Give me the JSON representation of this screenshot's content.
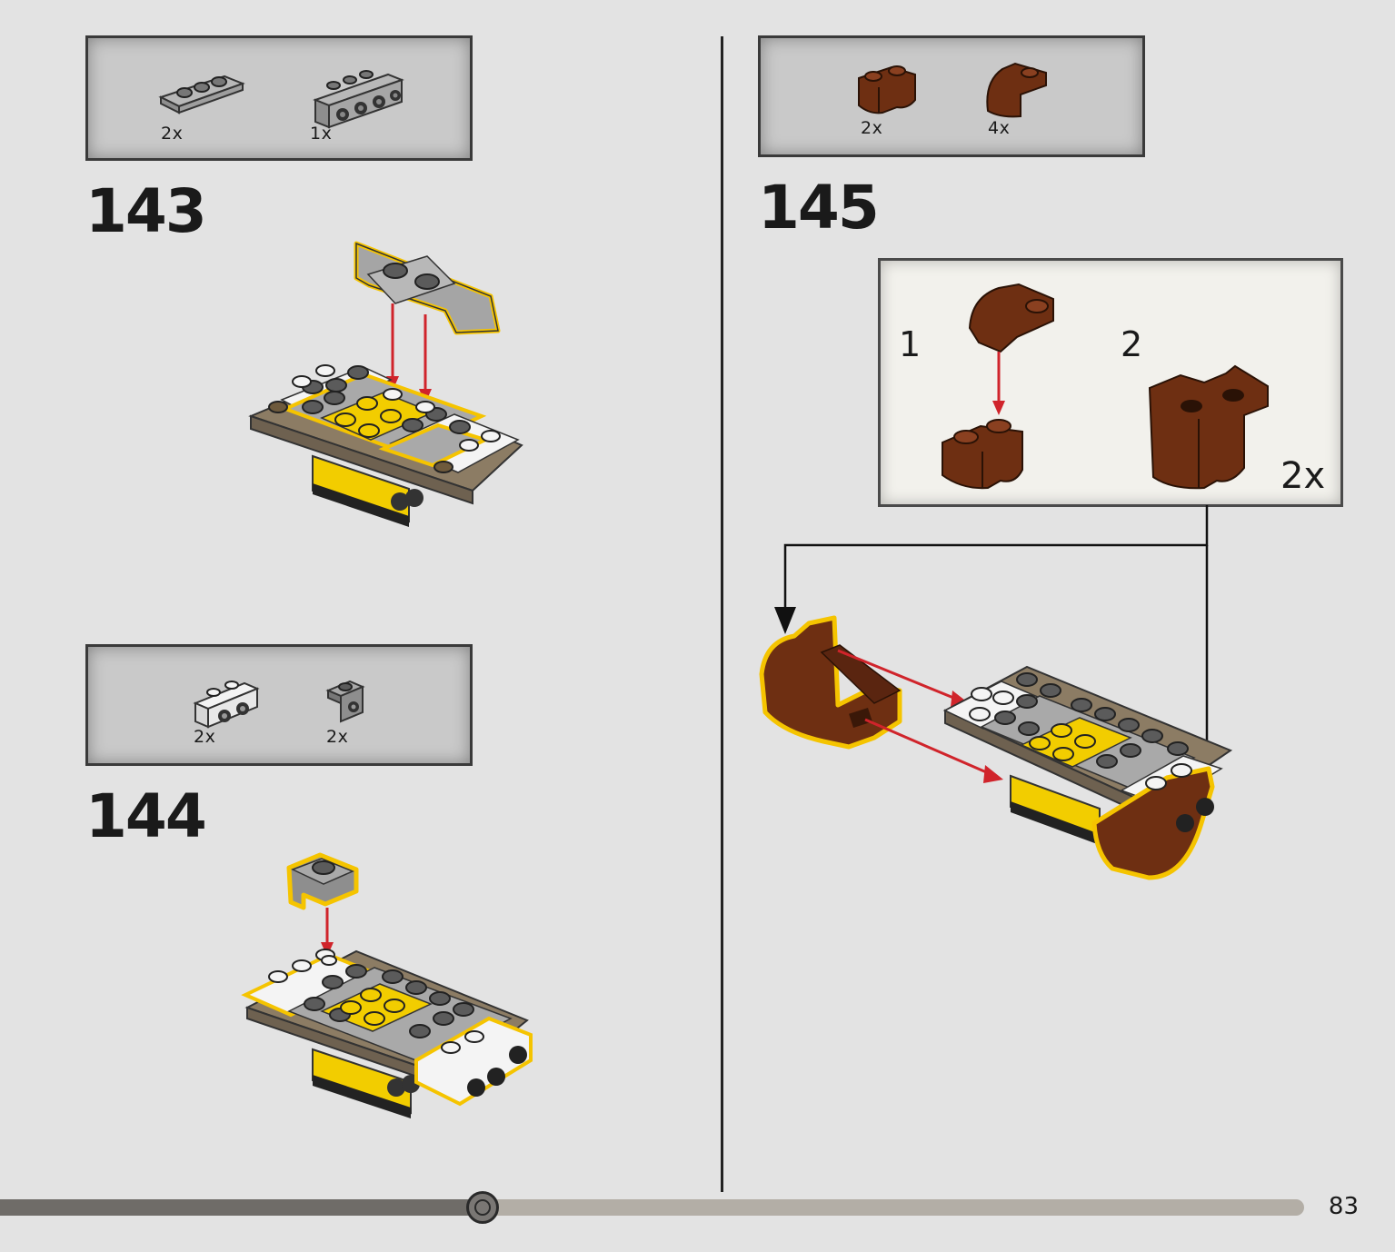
{
  "steps": [
    {
      "number": "143",
      "parts": [
        {
          "qty": "2x"
        },
        {
          "qty": "1x"
        }
      ]
    },
    {
      "number": "144",
      "parts": [
        {
          "qty": "2x"
        },
        {
          "qty": "2x"
        }
      ]
    },
    {
      "number": "145",
      "parts": [
        {
          "qty": "2x"
        },
        {
          "qty": "4x"
        }
      ],
      "callout": {
        "substeps": [
          "1",
          "2"
        ],
        "multiplier": "2x"
      }
    }
  ],
  "page": {
    "number": "83",
    "progress_percent": 37
  },
  "colors": {
    "background": "#e3e3e3",
    "highlight": "#f5c400",
    "arrow": "#d0242b",
    "brown": "#6e2f12",
    "yellow": "#f2cd00",
    "light_gray": "#a9a9a9",
    "dark_gray": "#5b5b5b",
    "white": "#f4f4f4",
    "tan": "#8c7c64"
  }
}
